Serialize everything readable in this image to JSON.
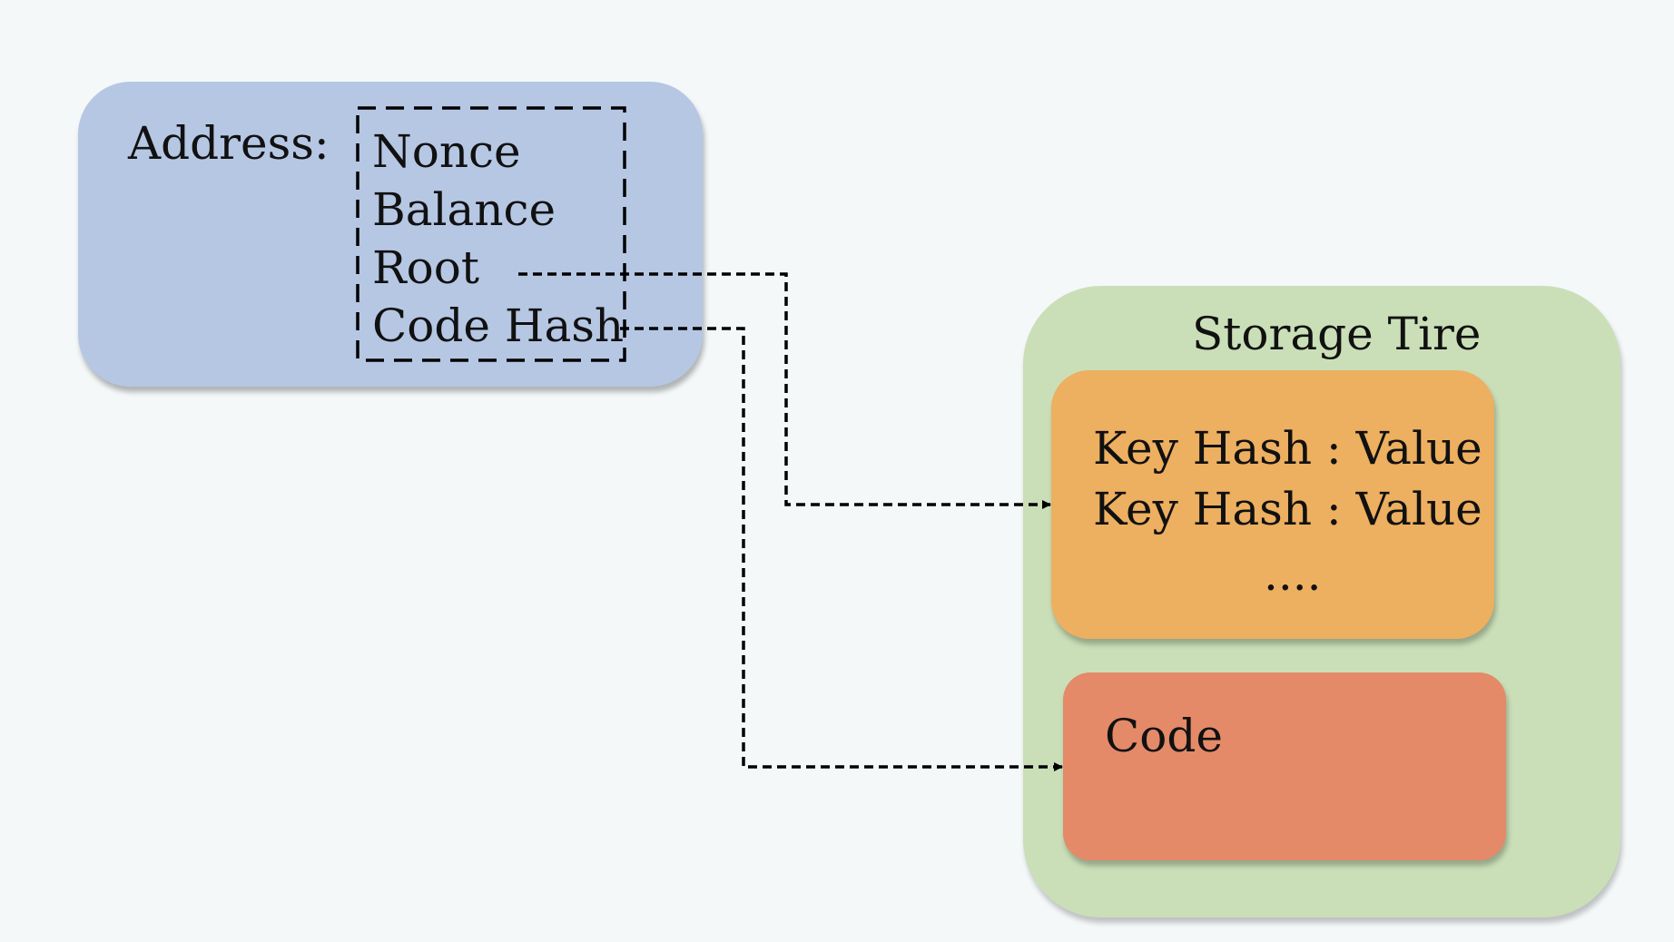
{
  "account": {
    "address_label": "Address:",
    "fields": [
      "Nonce",
      "Balance",
      "Root",
      "Code Hash"
    ]
  },
  "storage": {
    "title": "Storage Tire",
    "entries": [
      "Key Hash : Value",
      "Key Hash : Value",
      "...."
    ],
    "code_label": "Code"
  },
  "colors": {
    "background": "#f4f8f9",
    "account_box": "#b6c7e4",
    "storage_box": "#cadfb8",
    "key_value_box": "#edaf60",
    "code_box": "#e48a68",
    "connector": "#000000"
  }
}
